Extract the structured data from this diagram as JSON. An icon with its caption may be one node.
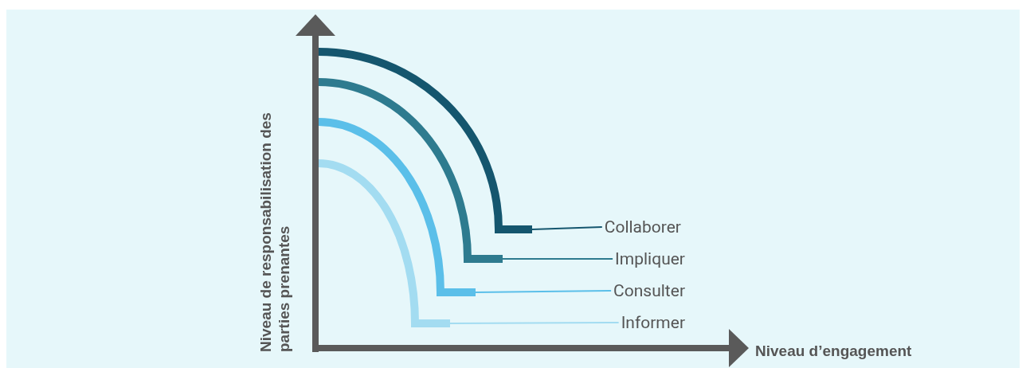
{
  "diagram": {
    "nodes": [
      {
        "text": [
          "Collaborer"
        ]
      },
      {
        "text": [
          "Impliquer"
        ]
      },
      {
        "text": [
          "Consulter"
        ]
      },
      {
        "text": [
          "Informer"
        ]
      },
      {
        "text": [],
        "shape": "arc"
      },
      {
        "text": [],
        "shape": "arc"
      },
      {
        "text": [],
        "shape": "arc"
      },
      {
        "text": [],
        "shape": "arc"
      }
    ],
    "edges": [
      {
        "from": 0,
        "to": 4,
        "arrow": "none",
        "color": "#15566e"
      },
      {
        "from": 1,
        "to": 5,
        "arrow": "none",
        "color": "#2e7b8f"
      },
      {
        "from": 2,
        "to": 6,
        "arrow": "none",
        "color": "#5bbfe9"
      },
      {
        "from": 3,
        "to": 7,
        "arrow": "none",
        "color": "#a3dcf1"
      }
    ],
    "labels": [
      "Niveau de responsabilisation des parties prenantes",
      "Niveau d’engagement"
    ]
  }
}
